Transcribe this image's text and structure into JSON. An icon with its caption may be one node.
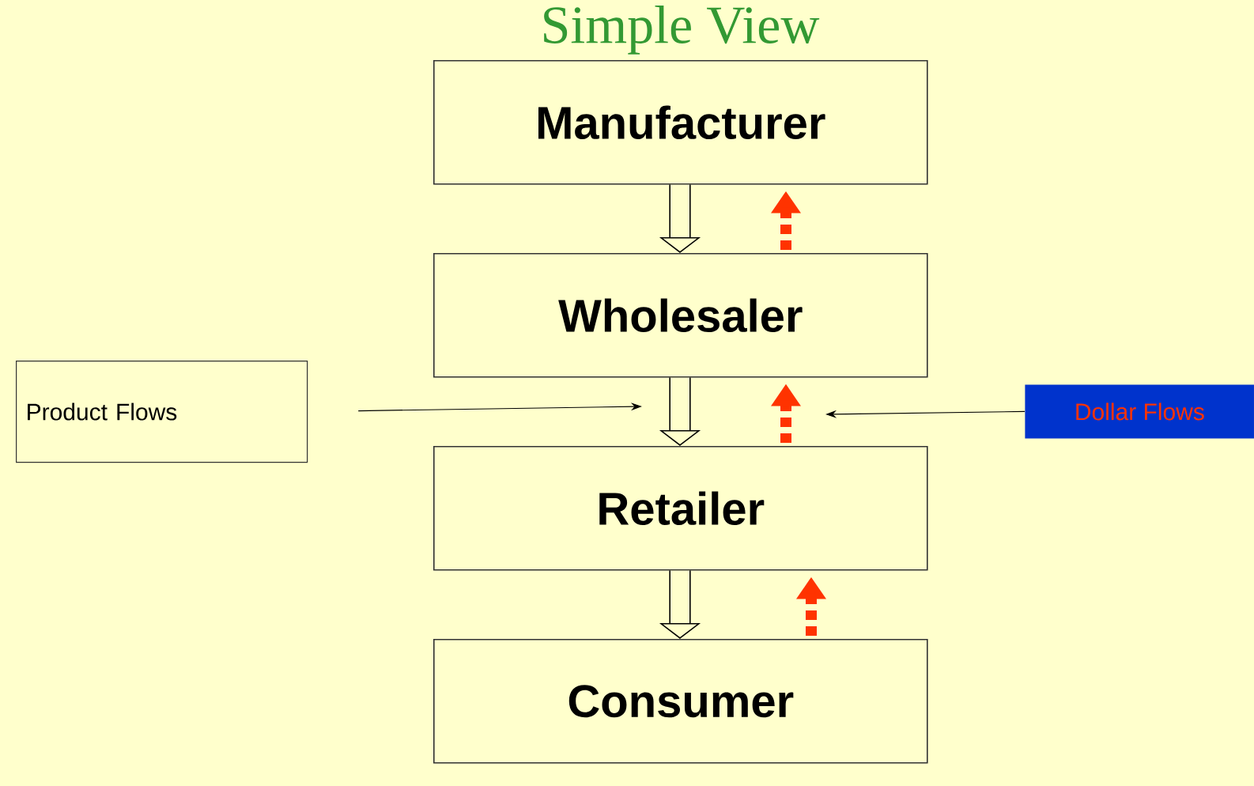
{
  "diagram": {
    "title": "Simple View",
    "nodes": [
      {
        "text": [
          "Manufacturer"
        ]
      },
      {
        "text": [
          "Wholesaler"
        ]
      },
      {
        "text": [
          "Retailer"
        ]
      },
      {
        "text": [
          "Consumer"
        ]
      },
      {
        "text": [
          "Product Flows"
        ]
      },
      {
        "text": [
          "Dollar Flows"
        ]
      }
    ],
    "edges": [
      {
        "from": 0,
        "to": 1,
        "arrow": "to",
        "style": "thick"
      },
      {
        "from": 1,
        "to": 2,
        "arrow": "to",
        "style": "thick"
      },
      {
        "from": 2,
        "to": 3,
        "arrow": "to",
        "style": "thick"
      },
      {
        "from": 3,
        "to": 2,
        "arrow": "to",
        "style": "dashed",
        "color": "#ff3300"
      },
      {
        "from": 2,
        "to": 1,
        "arrow": "to",
        "style": "dashed",
        "color": "#ff3300"
      },
      {
        "from": 1,
        "to": 0,
        "arrow": "to",
        "style": "dashed",
        "color": "#ff3300"
      },
      {
        "from": 4,
        "to": null,
        "arrow": "to"
      },
      {
        "from": 5,
        "to": null,
        "arrow": "to"
      }
    ]
  }
}
